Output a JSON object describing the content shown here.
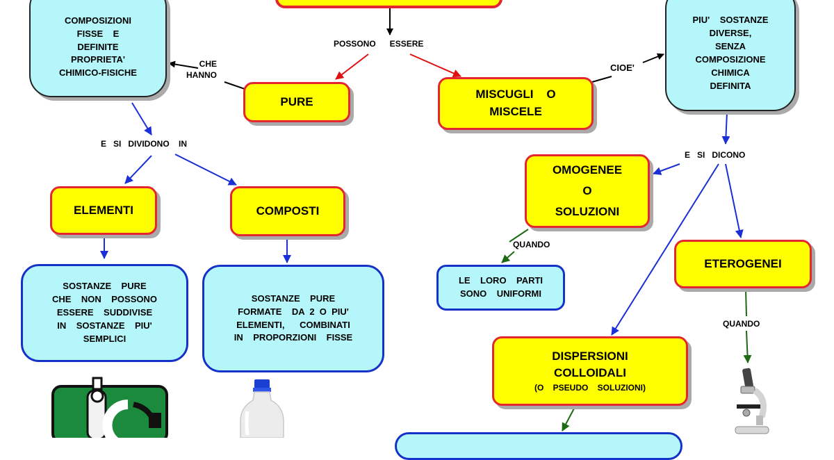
{
  "nodes": {
    "top_box": {
      "lines": []
    },
    "fixed_composition": {
      "lines": [
        "COMPOSIZIONI",
        "FISSE    E",
        "DEFINITE",
        "PROPRIETA'",
        "CHIMICO-FISICHE"
      ]
    },
    "varied_substances": {
      "lines": [
        "PIU'    SOSTANZE",
        "DIVERSE,",
        "SENZA",
        "COMPOSIZIONE",
        "CHIMICA",
        "DEFINITA"
      ]
    },
    "pure": {
      "lines": [
        "PURE"
      ]
    },
    "mixtures": {
      "lines": [
        "MISCUGLI    O",
        "MISCELE"
      ]
    },
    "elements": {
      "lines": [
        "ELEMENTI"
      ]
    },
    "compounds": {
      "lines": [
        "COMPOSTI"
      ]
    },
    "elements_desc": {
      "lines": [
        "SOSTANZE    PURE",
        "CHE    NON    POSSONO",
        "ESSERE    SUDDIVISE",
        "IN    SOSTANZE    PIU'",
        "SEMPLICI"
      ]
    },
    "compounds_desc": {
      "lines": [
        "SOSTANZE    PURE",
        "FORMATE    DA  2  O  PIU'",
        "ELEMENTI,      COMBINATI",
        "IN    PROPORZIONI    FISSE"
      ]
    },
    "homogeneous": {
      "lines": [
        "OMOGENEE",
        "O",
        "SOLUZIONI"
      ]
    },
    "uniform_parts": {
      "lines": [
        "LE    LORO    PARTI",
        "SONO    UNIFORMI"
      ]
    },
    "heterogeneous": {
      "lines": [
        "ETEROGENEI"
      ]
    },
    "colloids": {
      "lines": [
        "DISPERSIONI",
        "COLLOIDALI"
      ],
      "note": "(O    PSEUDO    SOLUZIONI)"
    },
    "bottom_box": {
      "lines": []
    }
  },
  "labels": {
    "possono_essere": "POSSONO      ESSERE",
    "che_hanno": "CHE\nHANNO",
    "cioe": "CIOE'",
    "e_si_dividono_in": "E   SI   DIVIDONO    IN",
    "e_si_dicono": "E   SI   DICONO",
    "quando_1": "QUANDO",
    "quando_2": "QUANDO"
  },
  "colors": {
    "yellow_fill": "#ffff00",
    "red_border": "#e3262f",
    "cyan_fill": "#b5f6fb",
    "blue_border": "#1532c8",
    "arrow_red": "#dd1111",
    "arrow_blue": "#1a2fd6",
    "arrow_green": "#1c6a12",
    "arrow_black": "#000000"
  },
  "icons": [
    "gas-cylinder-icon",
    "plastic-bottle-icon",
    "microscope-icon"
  ]
}
